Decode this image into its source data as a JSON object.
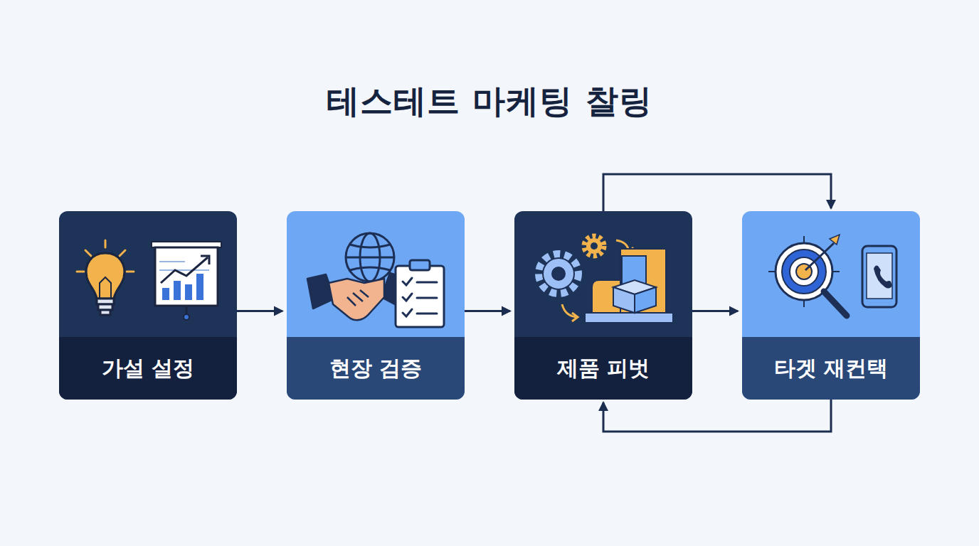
{
  "diagram": {
    "title": "테스테트 마케팅 찰링",
    "nodes": [
      {
        "text": [
          "가설 설정"
        ]
      },
      {
        "text": [
          "현장 검증"
        ]
      },
      {
        "text": [
          "제품 피벗"
        ]
      },
      {
        "text": [
          "타겟 재컨택"
        ]
      }
    ],
    "edges": [
      {
        "from": 0,
        "to": 1,
        "arrow": "to"
      },
      {
        "from": 1,
        "to": 2,
        "arrow": "to"
      },
      {
        "from": 2,
        "to": 3,
        "arrow": "to"
      },
      {
        "from": 2,
        "to": 3,
        "arrow": "to"
      },
      {
        "from": 3,
        "to": 2,
        "arrow": "to"
      }
    ]
  }
}
